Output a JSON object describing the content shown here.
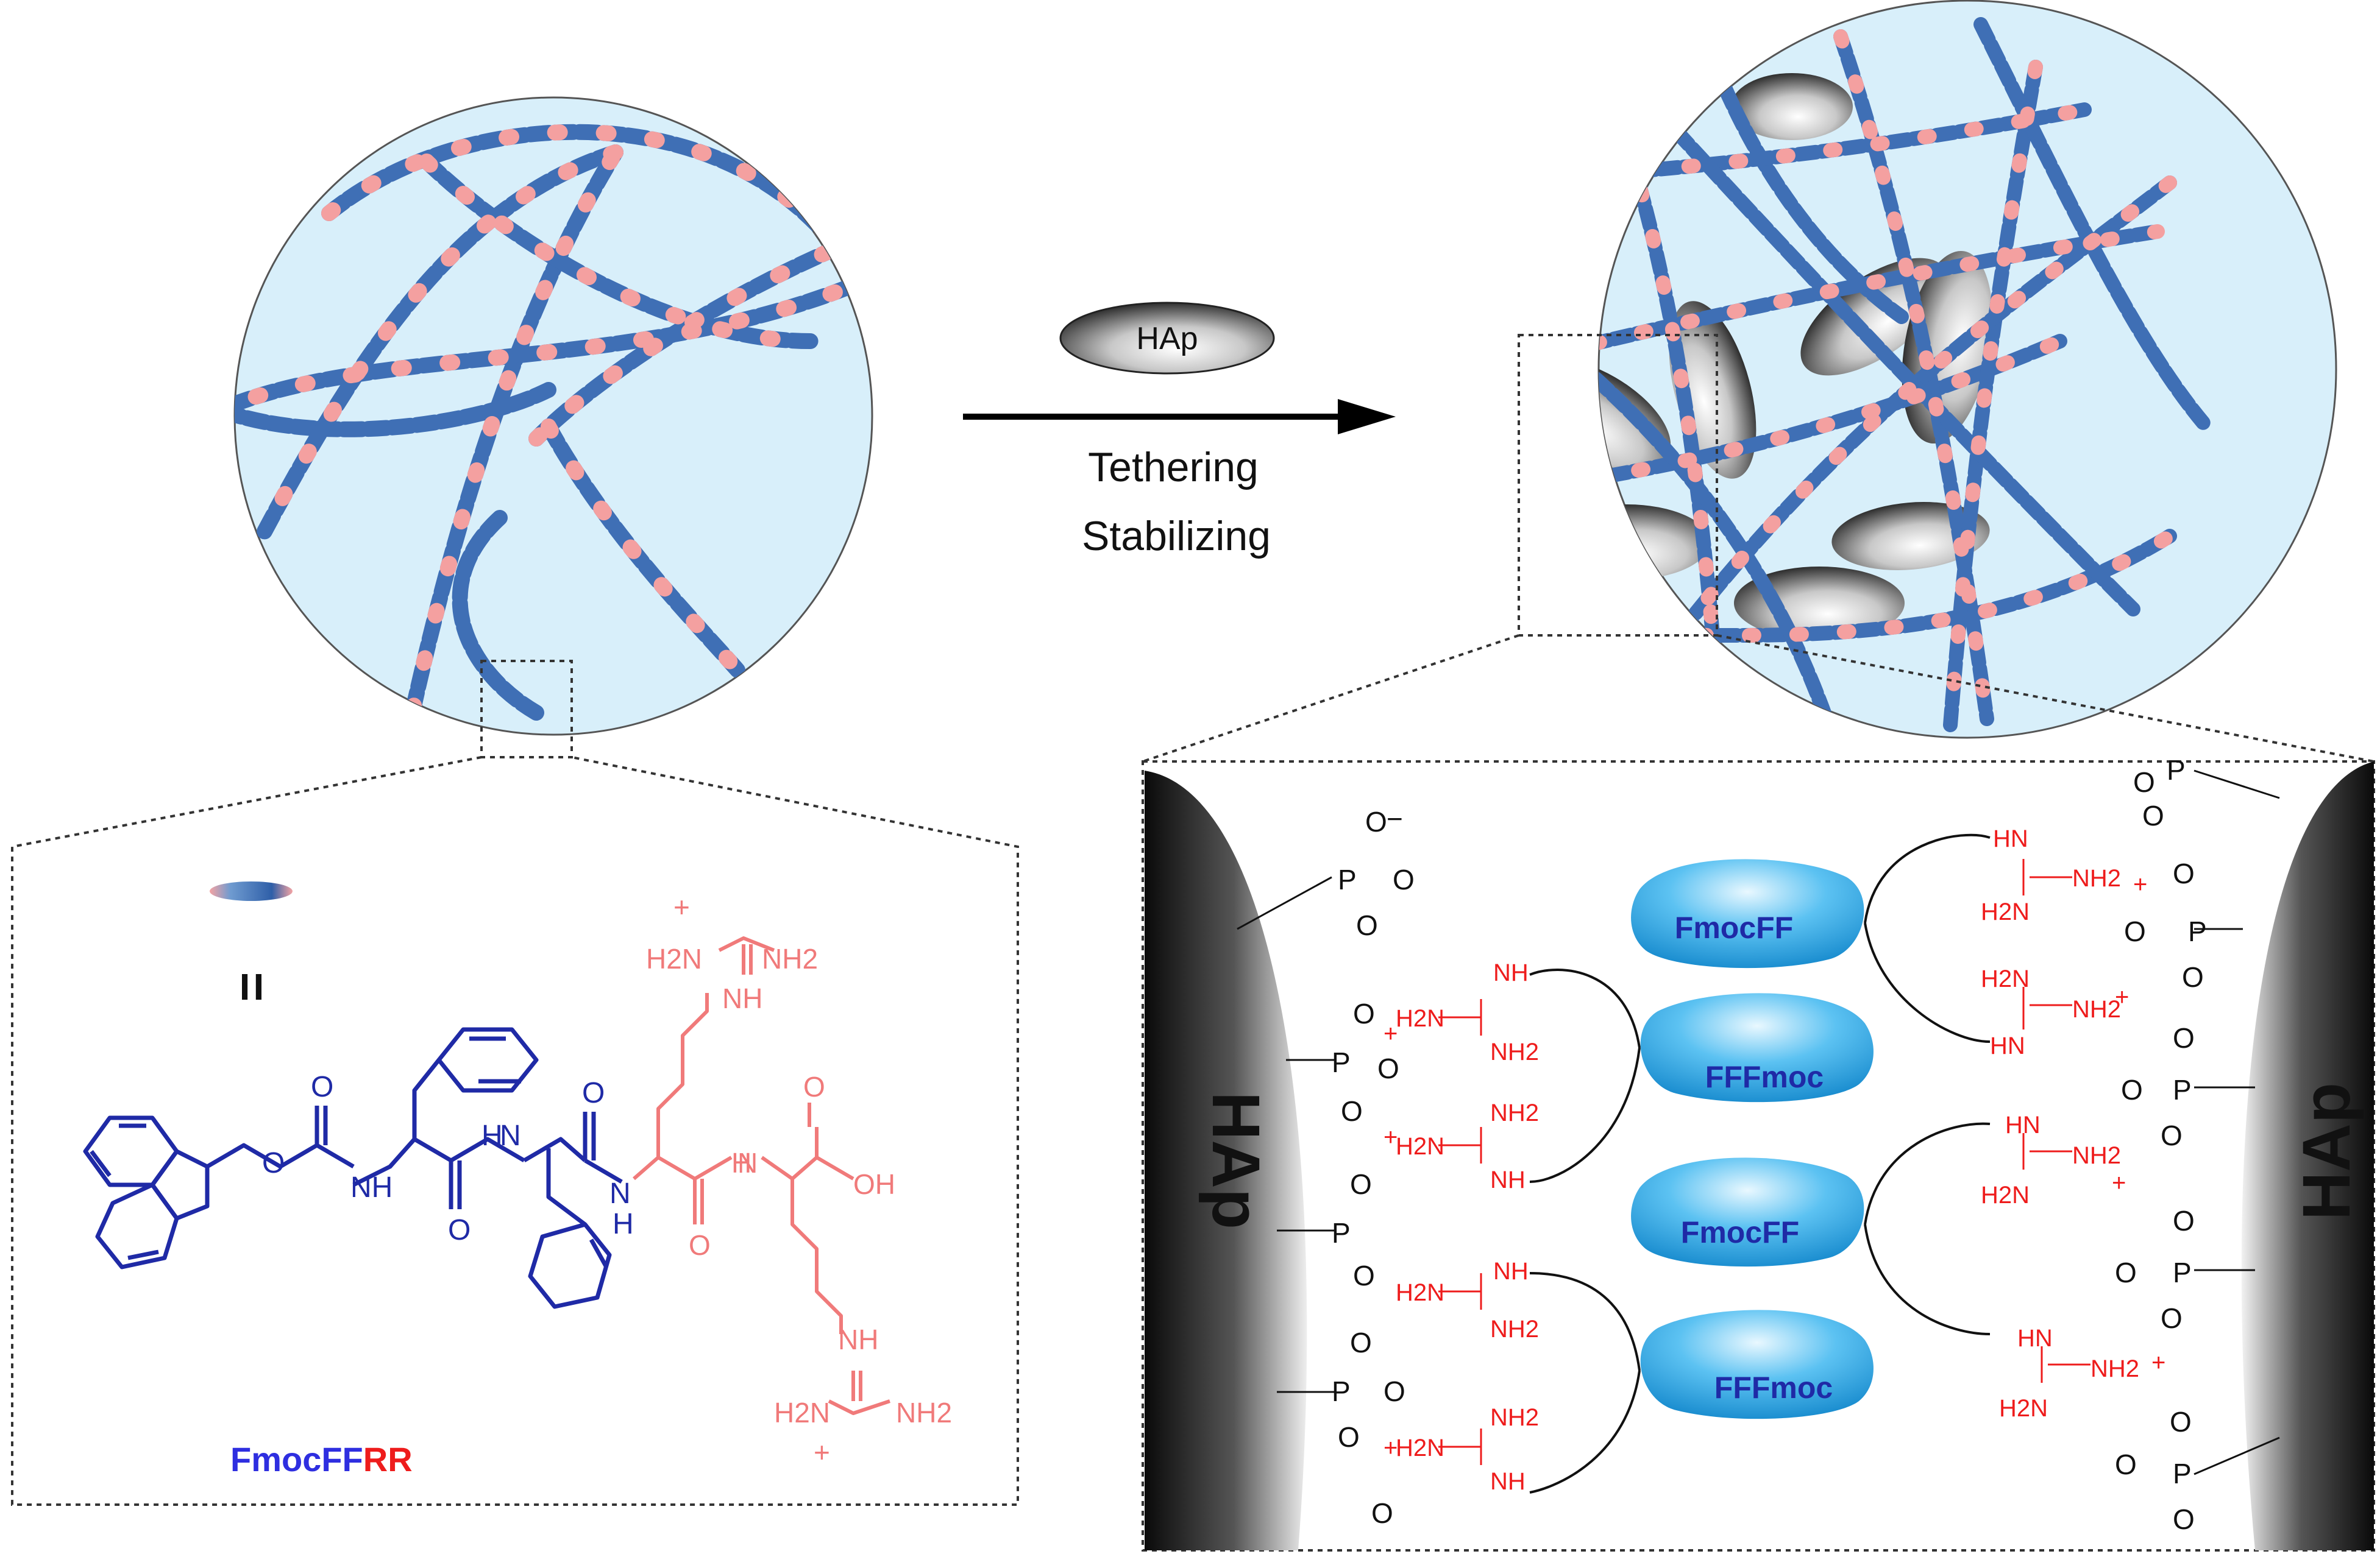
{
  "reagent": {
    "label": "HAp"
  },
  "process": {
    "step1": "Tethering",
    "step2": "Stabilizing"
  },
  "left_inset": {
    "equals_symbol": "=",
    "peptide_name": {
      "part_blue": "FmocFF",
      "part_red": "RR"
    },
    "atoms": {
      "o": "O",
      "nh": "NH",
      "n": "N",
      "h": "H",
      "oh": "OH",
      "h2n": "H2N",
      "nh2": "NH2",
      "plus": "+"
    }
  },
  "right_inset": {
    "hap_left": "HAp",
    "hap_right": "HAp",
    "fmoc_labels": [
      "FmocFF",
      "FFFmoc",
      "FmocFF",
      "FFFmoc"
    ],
    "phosphate": {
      "p": "P",
      "o": "O",
      "minus": "−"
    },
    "guanidinium": {
      "hn": "HN",
      "nh": "NH",
      "h2n": "H2N",
      "nh2": "NH2",
      "plus": "+"
    }
  },
  "colors": {
    "fiber_blue": "#3f6fb5",
    "fiber_red": "#f08a8a",
    "circle_bg": "#d8effa",
    "fmoc_blue": "#1f2aa6",
    "arg_red": "#f07a7a",
    "guan_red": "#ee1c1c",
    "label_blue": "#2e2ee0"
  }
}
